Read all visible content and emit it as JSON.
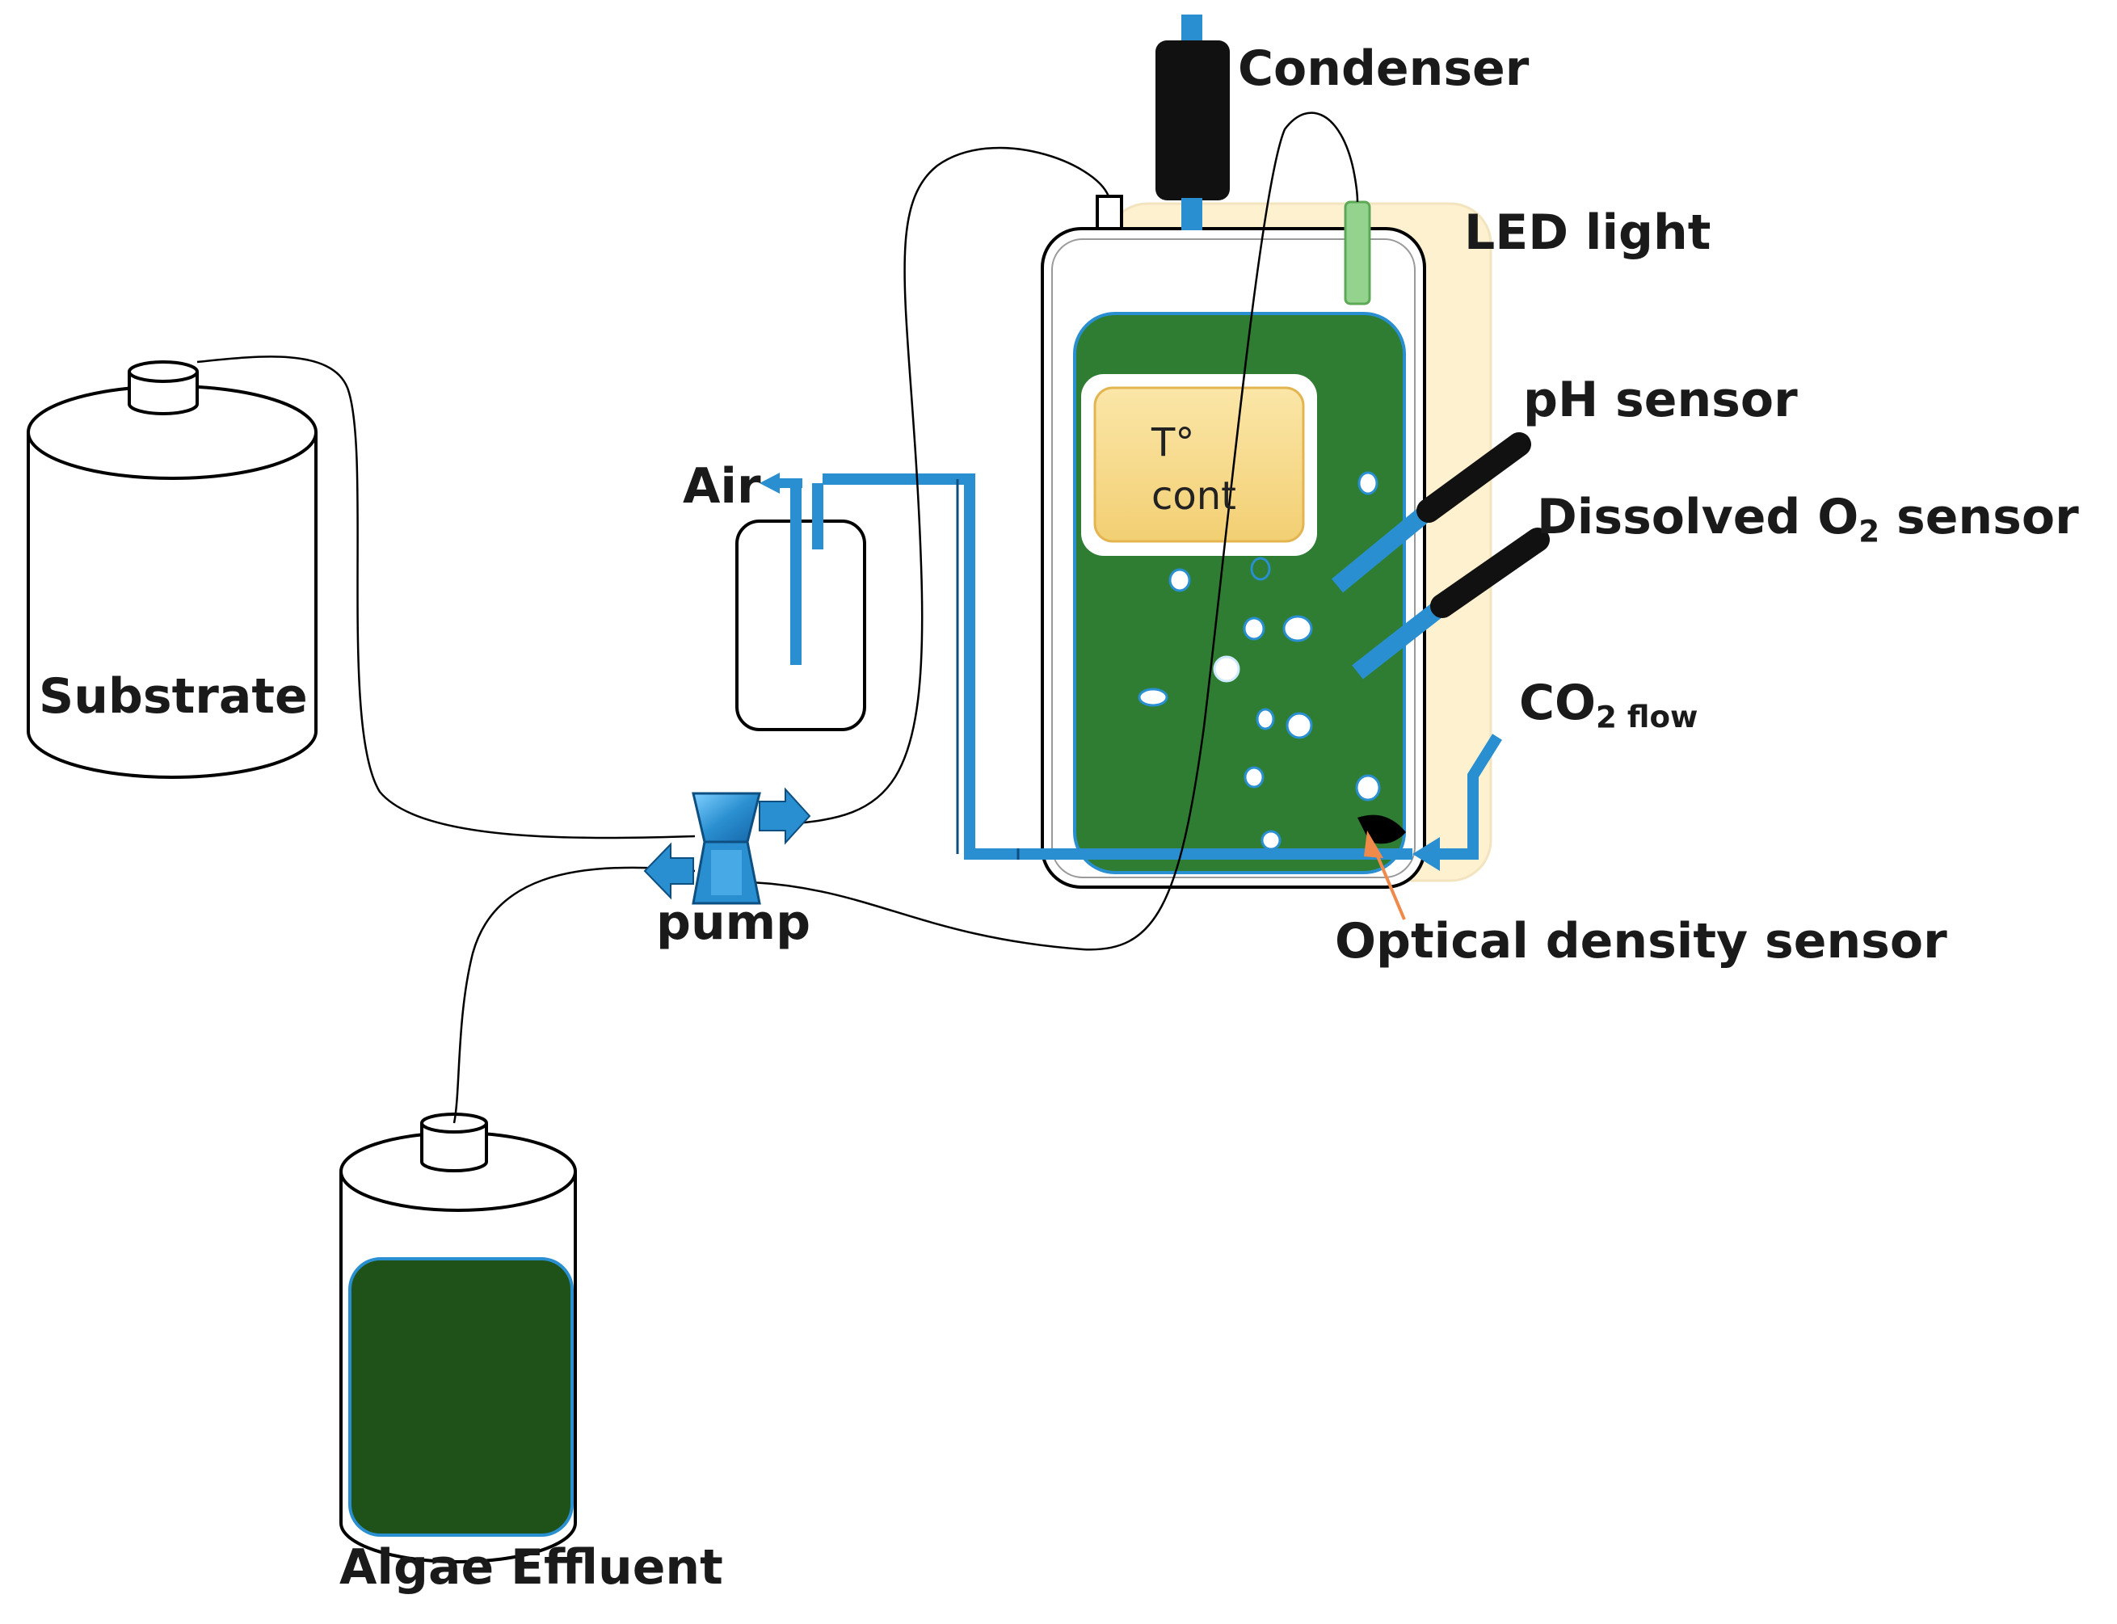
{
  "labels": {
    "condenser": "Condenser",
    "led_light": "LED light",
    "ph_sensor": "pH sensor",
    "do_sensor_prefix": "Dissolved O",
    "do_sensor_sub": "2",
    "do_sensor_suffix": " sensor",
    "co2_prefix": "CO",
    "co2_sub": "2",
    "co2_suffix": " flow",
    "od_sensor": "Optical density sensor",
    "air": "Air",
    "substrate": "Substrate",
    "pump": "pump",
    "algae_effluent": "Algae Effluent",
    "temp_control_line1": "T°",
    "temp_control_line2": "cont"
  },
  "colors": {
    "culture_green": "#2e7d32",
    "effluent_green": "#1f5218",
    "tube_blue": "#2a8fd0",
    "led_glow": "#fdf1d0",
    "temp_box": "#f6d98a",
    "od_arrow": "#f08a4b",
    "probe_black": "#111111"
  }
}
